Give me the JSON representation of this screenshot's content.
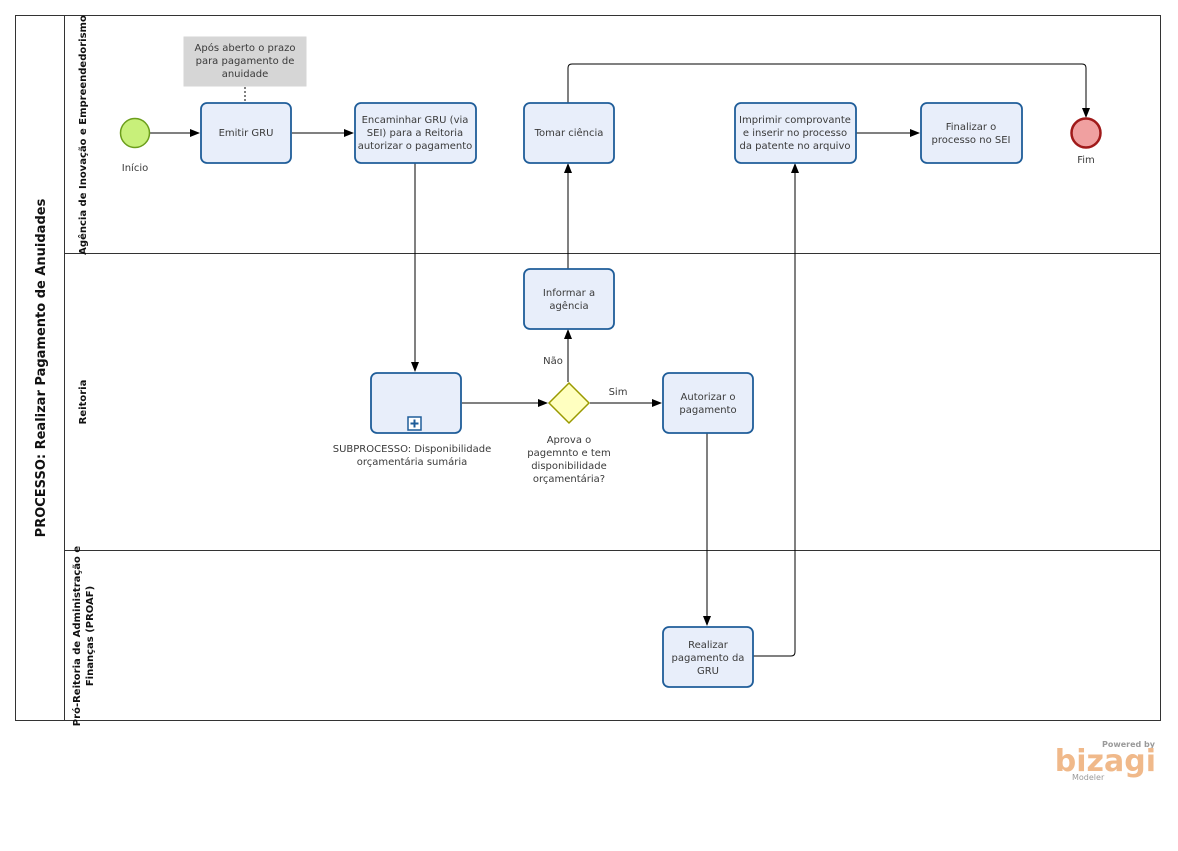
{
  "pool": {
    "title": "PROCESSO: Realizar Pagamento de Anuidades",
    "lanes": [
      {
        "name_lines": [
          "Agência de Inovação e Empreendedorismo"
        ]
      },
      {
        "name_lines": [
          "Reitoria"
        ]
      },
      {
        "name_lines": [
          "Pró-Reitoria de Administração e",
          "Finanças (PROAF)"
        ]
      }
    ]
  },
  "annotation": {
    "lines": [
      "Após aberto o prazo",
      "para pagamento de",
      "anuidade"
    ]
  },
  "events": {
    "start": {
      "label": "Início",
      "color": "#c8f07a"
    },
    "end": {
      "label": "Fim",
      "color": "#f0a0a0"
    }
  },
  "tasks": {
    "emitir": {
      "lines": [
        "Emitir GRU"
      ]
    },
    "encaminhar": {
      "lines": [
        "Encaminhar GRU (via",
        "SEI) para a Reitoria",
        "autorizar o pagamento"
      ]
    },
    "tomar": {
      "lines": [
        "Tomar ciência"
      ]
    },
    "imprimir": {
      "lines": [
        "Imprimir comprovante",
        "e inserir no processo",
        "da patente no arquivo"
      ]
    },
    "finalizar": {
      "lines": [
        "Finalizar o",
        "processo no SEI"
      ]
    },
    "informar": {
      "lines": [
        "Informar a",
        "agência"
      ]
    },
    "autorizar": {
      "lines": [
        "Autorizar o",
        "pagamento"
      ]
    },
    "realizar": {
      "lines": [
        "Realizar",
        "pagamento da",
        "GRU"
      ]
    }
  },
  "subprocess": {
    "lines": [
      "SUBPROCESSO: Disponibilidade",
      "orçamentária sumária"
    ]
  },
  "gateway": {
    "lines": [
      "Aprova o",
      "pagemnto e tem",
      "disponibilidade",
      "orçamentária?"
    ],
    "yes": "Sim",
    "no": "Não",
    "color": "#ffffc0"
  },
  "branding": {
    "powered": "Powered by",
    "logo": "bizagi",
    "product": "Modeler"
  },
  "colors": {
    "task_fill": "#e8eefa",
    "task_stroke": "#1f5d99",
    "annotation_fill": "#d6d6d6"
  }
}
